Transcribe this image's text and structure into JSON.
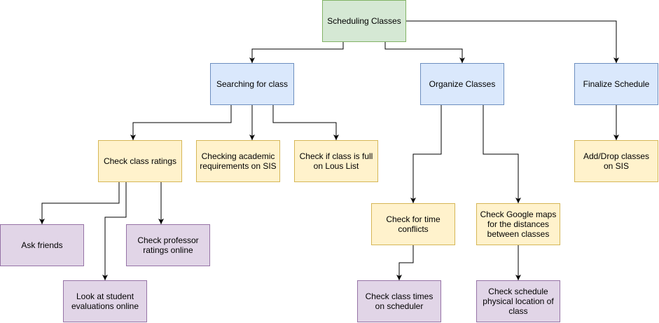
{
  "colors": {
    "root_fill": "#d5e8d4",
    "root_stroke": "#82b366",
    "category_fill": "#dae8fc",
    "category_stroke": "#6c8ebf",
    "task_fill": "#fff2cc",
    "task_stroke": "#d6b656",
    "leaf_fill": "#e1d5e7",
    "leaf_stroke": "#9673a6",
    "edge": "#000000"
  },
  "nodes": {
    "root": "Scheduling Classes",
    "searching": "Searching for class",
    "organize": "Organize Classes",
    "finalize": "Finalize Schedule",
    "ratings": "Check class ratings",
    "academic": "Checking academic requirements on SIS",
    "full": "Check if class is full on Lous List",
    "conflicts": "Check for time conflicts",
    "maps": "Check Google maps for the distances between classes",
    "adddrop": "Add/Drop classes on SIS",
    "friends": "Ask friends",
    "professor": "Check professor ratings online",
    "evaluations": "Look at student evaluations online",
    "times": "Check class times on scheduler",
    "location": "Check schedule physical location of class"
  },
  "edges": [
    {
      "from": "root",
      "to": "searching"
    },
    {
      "from": "root",
      "to": "organize"
    },
    {
      "from": "root",
      "to": "finalize"
    },
    {
      "from": "searching",
      "to": "ratings"
    },
    {
      "from": "searching",
      "to": "academic"
    },
    {
      "from": "searching",
      "to": "full"
    },
    {
      "from": "organize",
      "to": "conflicts"
    },
    {
      "from": "organize",
      "to": "maps"
    },
    {
      "from": "finalize",
      "to": "adddrop"
    },
    {
      "from": "ratings",
      "to": "friends"
    },
    {
      "from": "ratings",
      "to": "evaluations"
    },
    {
      "from": "ratings",
      "to": "professor"
    },
    {
      "from": "conflicts",
      "to": "times"
    },
    {
      "from": "maps",
      "to": "location"
    }
  ]
}
